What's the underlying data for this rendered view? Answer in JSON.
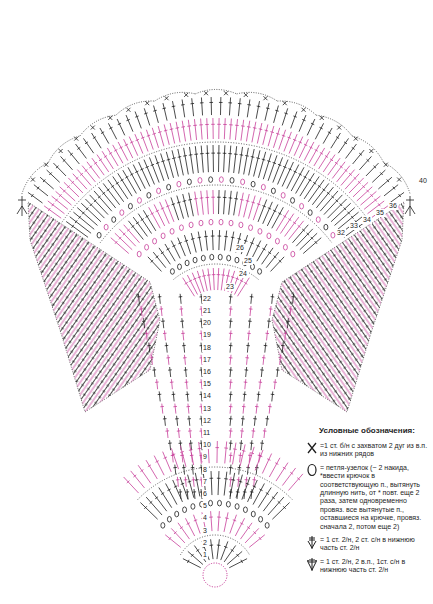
{
  "diagram": {
    "labels": [
      "Условные обозначения:",
      "1",
      "2",
      "3",
      "4",
      "5",
      "6",
      "7",
      "8",
      "9",
      "10",
      "11",
      "12",
      "13",
      "14",
      "15",
      "16",
      "17",
      "18",
      "19",
      "20",
      "21",
      "22",
      "23",
      "24",
      "25",
      "26",
      "32",
      "33",
      "34",
      "35",
      "36",
      "40"
    ],
    "legend": [
      {
        "text": "=1 ст. б/н с захватом 2 дуг из в.п. из нижних рядов"
      },
      {
        "text": "= петля-узелок (~ 2 накида, *ввести крючок в соответствующую п., вытянуть длинную нить, от * повт. еще 2 раза, затем одновременно провяз. все вытянутые п., оставшиеся на крючке, провяз. сначала 2, потом еще 2)"
      },
      {
        "text": "= 1 ст. 2/н, 2 ст. с/н в нижнюю часть ст. 2/н"
      },
      {
        "text": "= 1 ст. 2/н, 2 в.п., 1ст. с/н в нижнюю часть ст. 2/н"
      }
    ]
  }
}
